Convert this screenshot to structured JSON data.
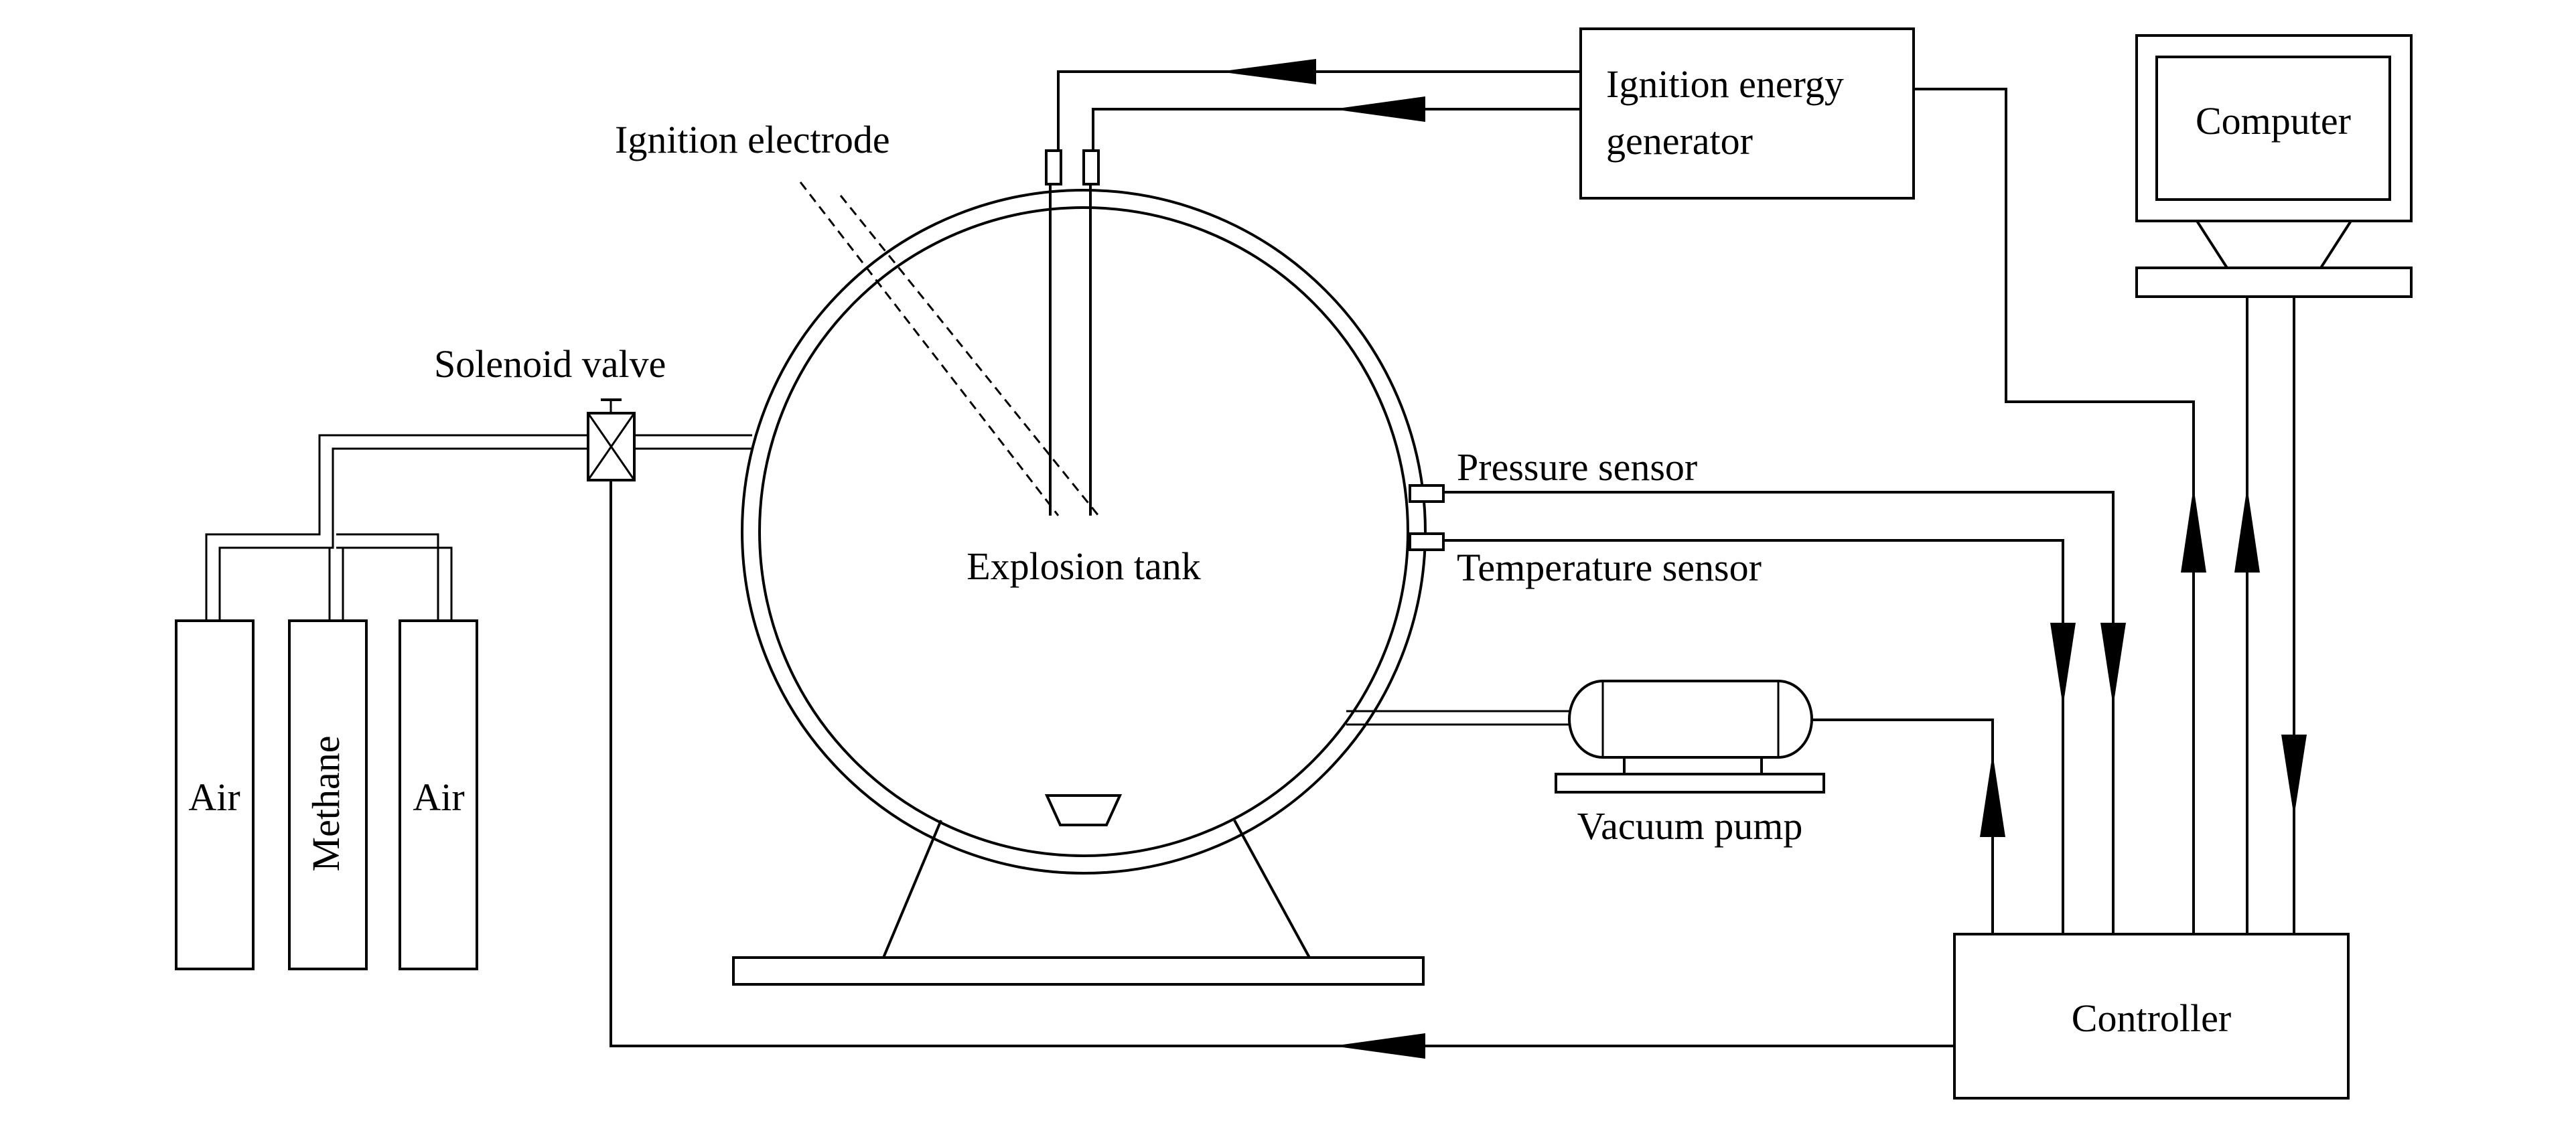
{
  "labels": {
    "ignition_electrode": "Ignition electrode",
    "ignition_energy_generator_line1": "Ignition energy",
    "ignition_energy_generator_line2": "generator",
    "computer": "Computer",
    "solenoid_valve": "Solenoid valve",
    "pressure_sensor": "Pressure sensor",
    "temperature_sensor": "Temperature sensor",
    "explosion_tank": "Explosion tank",
    "vacuum_pump": "Vacuum pump",
    "controller": "Controller",
    "cylinder_air_left": "Air",
    "cylinder_methane": "Methane",
    "cylinder_air_right": "Air"
  }
}
